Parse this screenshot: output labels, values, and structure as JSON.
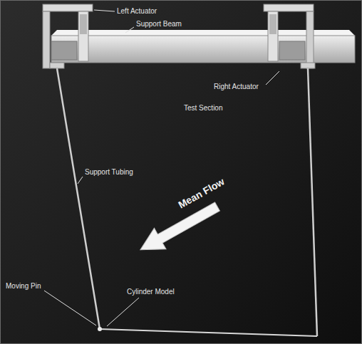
{
  "diagram": {
    "labels": [
      "Left Actuator",
      "Support Beam",
      "Right Actuator",
      "Test Section",
      "Support Tubing",
      "Mean Flow",
      "Moving Pin",
      "Cylinder Model"
    ]
  }
}
